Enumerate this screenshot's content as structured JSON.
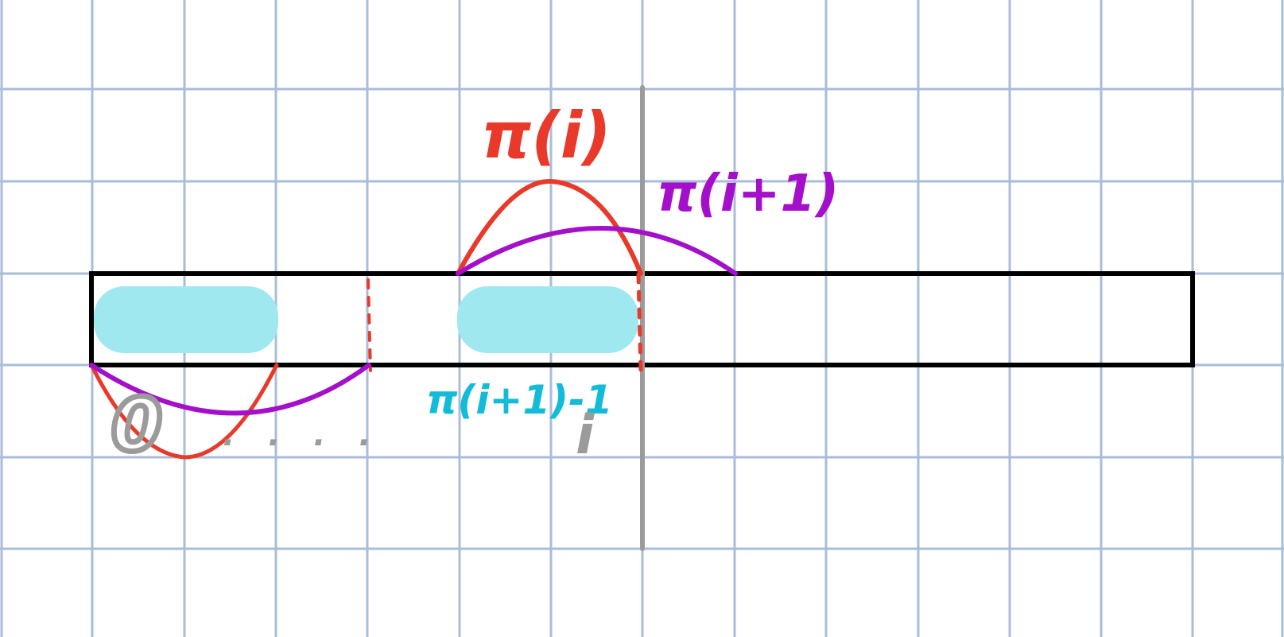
{
  "colors": {
    "grid": "#a9bcd9",
    "array_border": "#000000",
    "pi_i": "#e8392a",
    "pi_i_plus_1": "#a410c9",
    "highlight": "#a0e8f0",
    "cyan_text": "#12bcd8",
    "marker": "#9b9b9b"
  },
  "labels": {
    "pi_i": "π(i)",
    "pi_i_plus_1": "π(i+1)",
    "pi_i_plus_1_minus_1": "π(i+1)-1",
    "zero": "0",
    "dots": ". . . .",
    "i_index": "i"
  }
}
